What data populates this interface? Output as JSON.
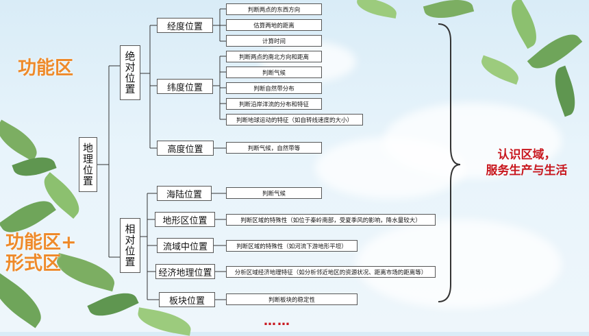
{
  "left_labels": {
    "top": "功能区",
    "bottom": "功能区+\n形式区"
  },
  "root": "地理位置",
  "groups": {
    "absolute": "绝对位置",
    "relative": "相对位置"
  },
  "categories": [
    {
      "label": "经度位置",
      "items": [
        "判断两点的东西方向",
        "估算两地的距离",
        "计算时间"
      ]
    },
    {
      "label": "纬度位置",
      "items": [
        "判断两点的南北方向和距离",
        "判断气候",
        "判断自然带分布",
        "判断沿岸洋流的分布和特征",
        "判断地球运动的特征（如自转线速度的大小）"
      ]
    },
    {
      "label": "高度位置",
      "items": [
        "判断气候，自然带等"
      ]
    },
    {
      "label": "海陆位置",
      "items": [
        "判断气候"
      ]
    },
    {
      "label": "地形区位置",
      "items": [
        "判断区域的特殊性（如位于秦岭南部，受夏季风的影响，降水量较大）"
      ]
    },
    {
      "label": "流域中位置",
      "items": [
        "判断区域的特殊性（如河流下游地形平坦）"
      ]
    },
    {
      "label": "经济地理位置",
      "items": [
        "分析区域经济地理特征（如分析邻近地区的资源状况、距离市场的距离等）"
      ]
    },
    {
      "label": "板块位置",
      "items": [
        "判断板块的稳定性"
      ]
    }
  ],
  "right_label": "认识区域，\n服务生产与生活",
  "ellipsis": "……"
}
